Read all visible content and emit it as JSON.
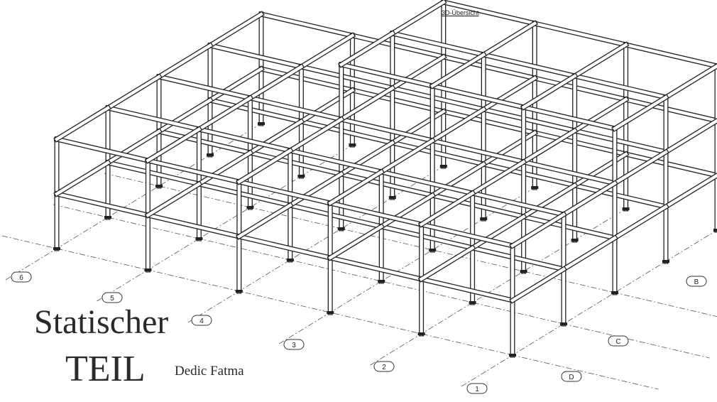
{
  "drawing_title": "3D-Übersicht",
  "heading_line1": "Statischer",
  "heading_line2": "TEIL",
  "author": "Dedic Fatma",
  "grid_axes_numbered": [
    "1",
    "2",
    "3",
    "4",
    "5",
    "6"
  ],
  "grid_axes_lettered": [
    "B",
    "C",
    "D"
  ]
}
